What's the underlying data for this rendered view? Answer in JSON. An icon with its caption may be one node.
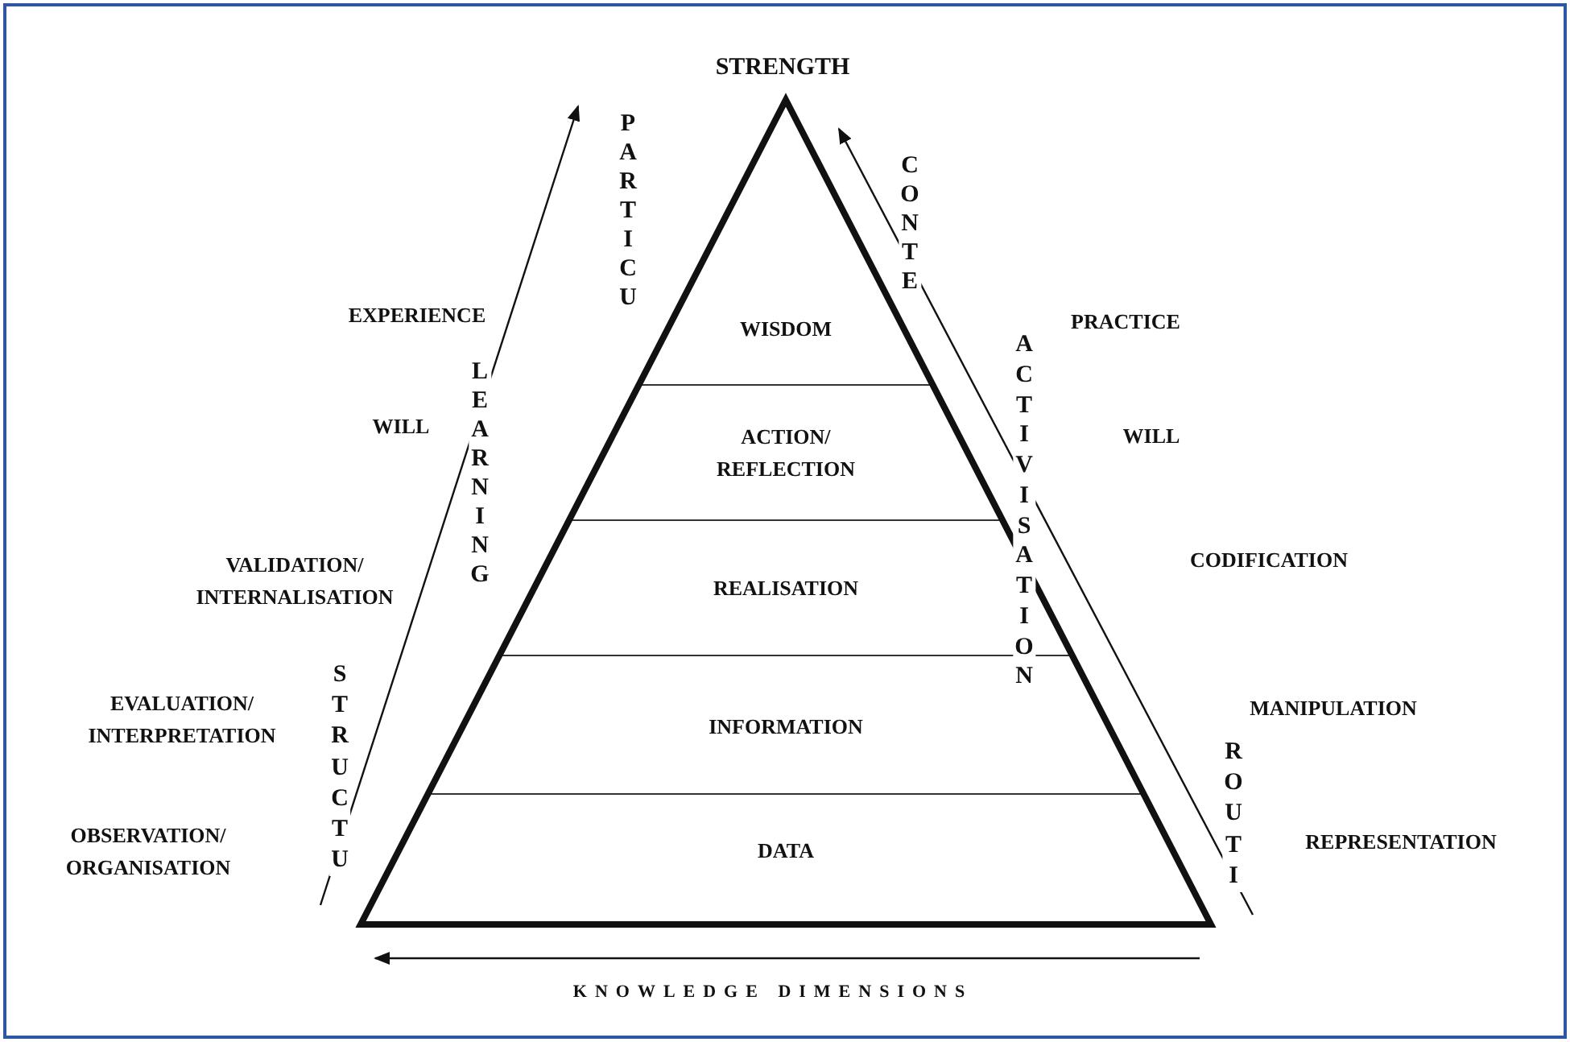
{
  "diagram": {
    "nodes": [
      {
        "text": [
          "WISDOM"
        ]
      },
      {
        "text": [
          "ACTION/ REFLECTION"
        ]
      },
      {
        "text": [
          "REALISATION"
        ]
      },
      {
        "text": [
          "INFORMATION"
        ]
      },
      {
        "text": [
          "DATA"
        ]
      }
    ],
    "labels": [
      "STRENGTH",
      "PARTICU",
      "CONTE",
      "EXPERIENCE",
      "PRACTICE",
      "LEARNING",
      "ACTIVISATION",
      "WILL",
      "WILL",
      "VALIDATION/ INTERNALISATION",
      "CODIFICATION",
      "EVALUATION/ INTERPRETATION",
      "STRUCTU",
      "MANIPULATION",
      "ROUTI",
      "OBSERVATION/ ORGANISATION",
      "REPRESENTATION",
      "KNOWLEDGE DIMENSIONS"
    ]
  }
}
